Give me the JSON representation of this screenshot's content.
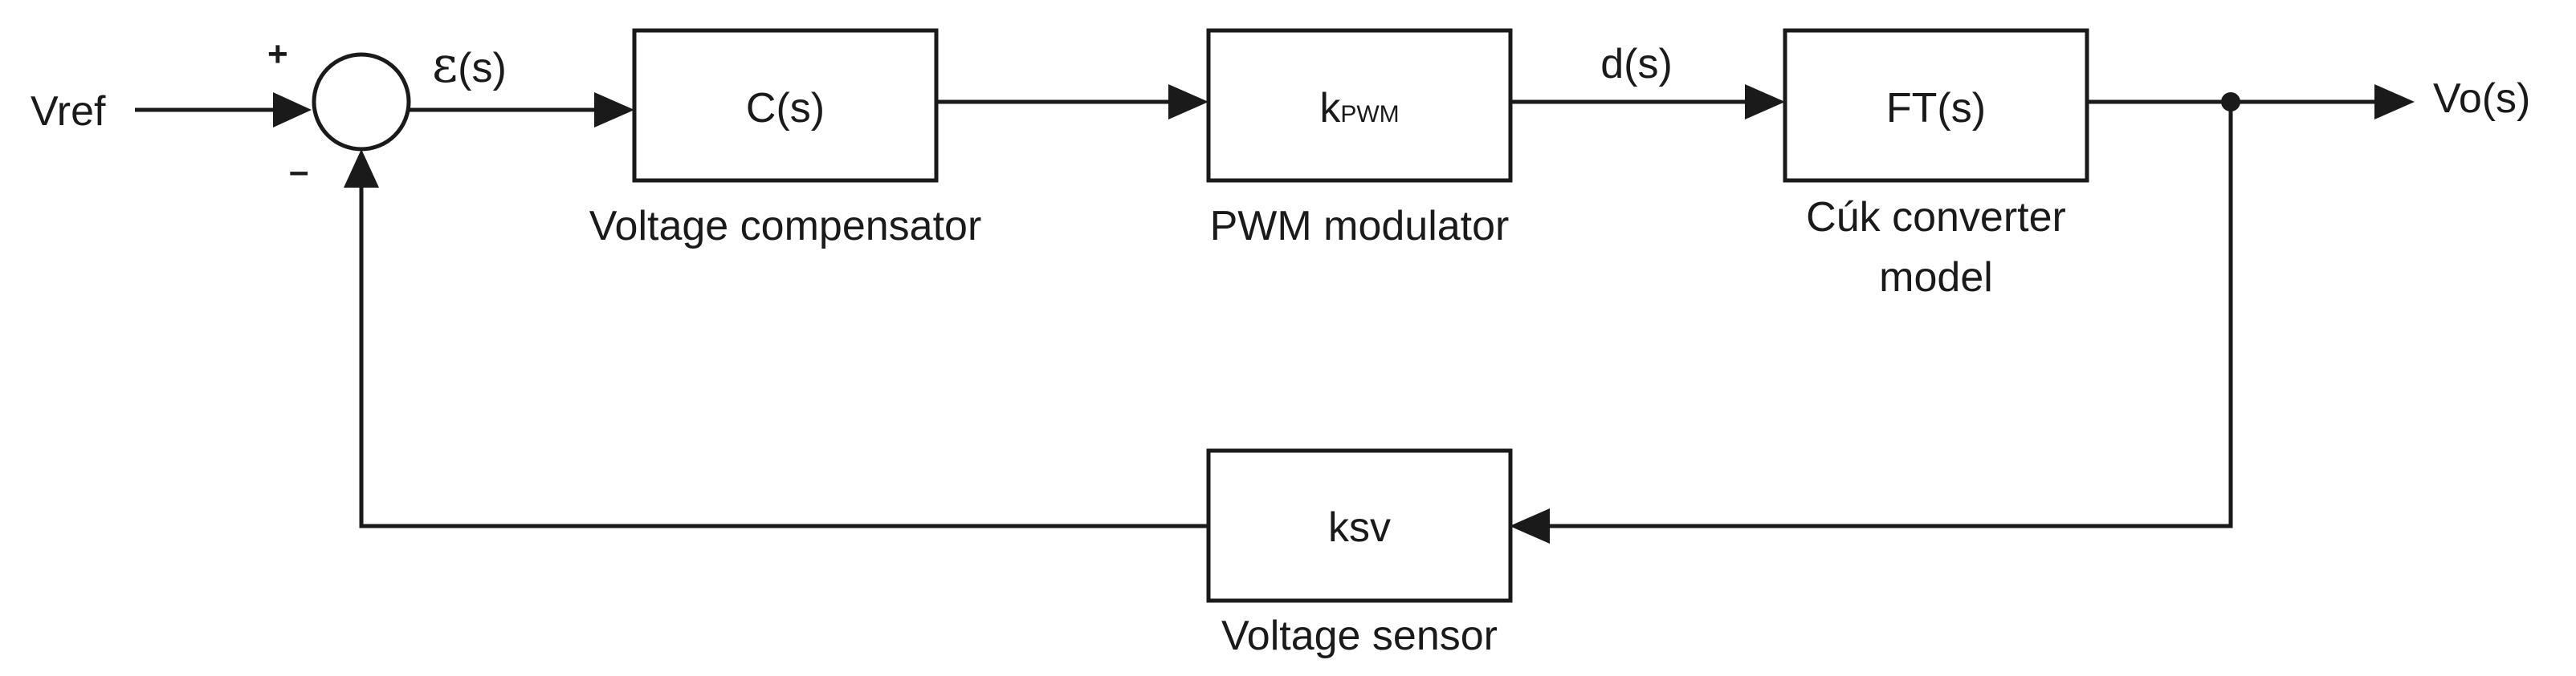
{
  "signals": {
    "input": "Vref",
    "error_symbol": "ε",
    "error_arg": "(s)",
    "duty": "d(s)",
    "output": "Vo(s)"
  },
  "summing_junction": {
    "plus": "+",
    "minus": "–"
  },
  "blocks": {
    "compensator": {
      "label": "C(s)",
      "caption": "Voltage compensator"
    },
    "modulator": {
      "label_main": "k",
      "label_sub": "PWM",
      "caption": "PWM modulator"
    },
    "plant": {
      "label": "FT(s)",
      "caption_line1": "Cúk converter",
      "caption_line2": "model"
    },
    "sensor": {
      "label": "ksv",
      "caption": "Voltage sensor"
    }
  }
}
